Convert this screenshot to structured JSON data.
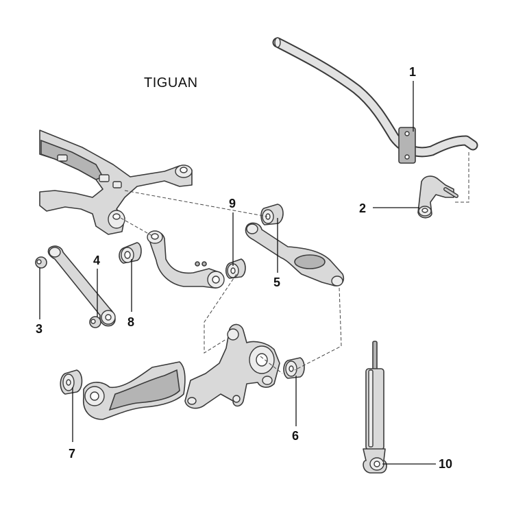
{
  "diagram": {
    "title": "TIGUAN",
    "callouts": [
      {
        "id": "1",
        "label": "1"
      },
      {
        "id": "2",
        "label": "2"
      },
      {
        "id": "3",
        "label": "3"
      },
      {
        "id": "4",
        "label": "4"
      },
      {
        "id": "5",
        "label": "5"
      },
      {
        "id": "6",
        "label": "6"
      },
      {
        "id": "7",
        "label": "7"
      },
      {
        "id": "8",
        "label": "8"
      },
      {
        "id": "9",
        "label": "9"
      },
      {
        "id": "10",
        "label": "10"
      }
    ]
  }
}
